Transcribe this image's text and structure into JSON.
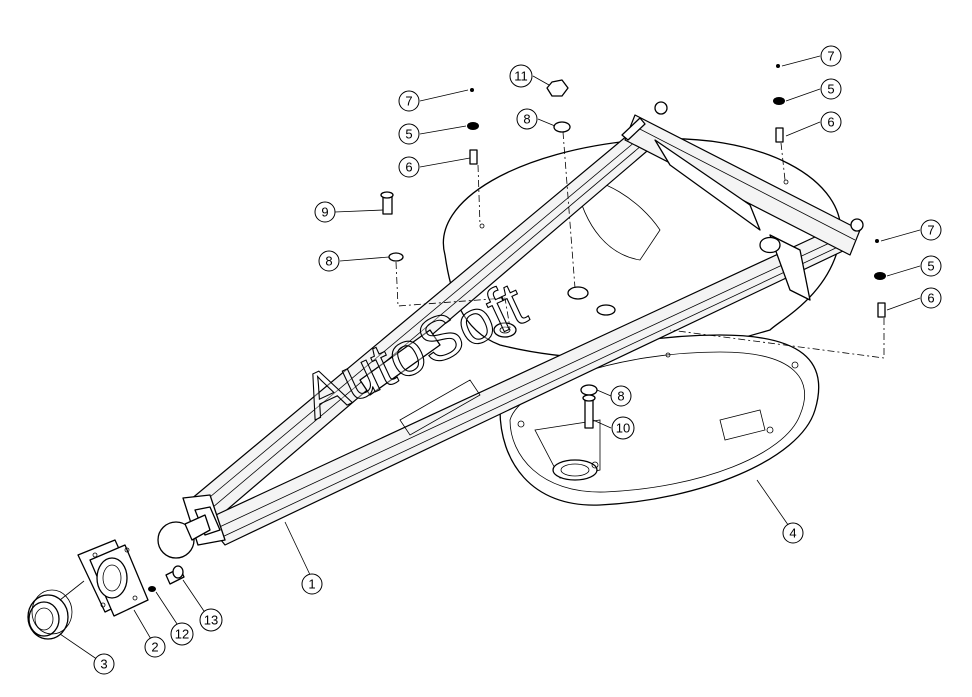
{
  "watermark": "AutoSoft",
  "callouts": [
    {
      "id": "c-1",
      "label": "1"
    },
    {
      "id": "c-2",
      "label": "2"
    },
    {
      "id": "c-3",
      "label": "3"
    },
    {
      "id": "c-4",
      "label": "4"
    },
    {
      "id": "c-5a",
      "label": "5"
    },
    {
      "id": "c-5b",
      "label": "5"
    },
    {
      "id": "c-5c",
      "label": "5"
    },
    {
      "id": "c-6a",
      "label": "6"
    },
    {
      "id": "c-6b",
      "label": "6"
    },
    {
      "id": "c-6c",
      "label": "6"
    },
    {
      "id": "c-7a",
      "label": "7"
    },
    {
      "id": "c-7b",
      "label": "7"
    },
    {
      "id": "c-7c",
      "label": "7"
    },
    {
      "id": "c-8a",
      "label": "8"
    },
    {
      "id": "c-8b",
      "label": "8"
    },
    {
      "id": "c-8c",
      "label": "8"
    },
    {
      "id": "c-9",
      "label": "9"
    },
    {
      "id": "c-10",
      "label": "10"
    },
    {
      "id": "c-11",
      "label": "11"
    },
    {
      "id": "c-12",
      "label": "12"
    },
    {
      "id": "c-13",
      "label": "13"
    }
  ]
}
